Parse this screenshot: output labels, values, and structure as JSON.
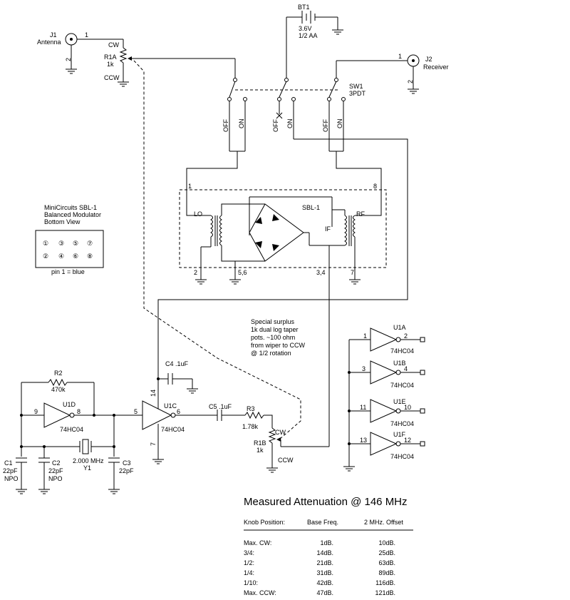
{
  "labels": {
    "j1": [
      "J1",
      "Antenna"
    ],
    "j2": [
      "J2",
      "Receiver"
    ],
    "bt1": [
      "BT1",
      "3.6V",
      "1/2 AA"
    ],
    "sw1": [
      "SW1",
      "3PDT"
    ],
    "r1a": [
      "R1A",
      "1k"
    ],
    "r1b": [
      "R1B",
      "1k"
    ],
    "cw": "CW",
    "ccw": "CCW",
    "off": "OFF",
    "on": "ON",
    "sbl": "SBL-1",
    "lo": "LO",
    "rf": "RF",
    "if": "IF",
    "pins": {
      "p1": "1",
      "p2": "2",
      "p3": "3",
      "p4": "4",
      "p5": "5",
      "p6": "6",
      "p7": "7",
      "p8": "8",
      "p9": "9",
      "p10": "10",
      "p11": "11",
      "p12": "12",
      "p13": "13",
      "p14": "14",
      "p56": "5,6",
      "p34": "3,4"
    },
    "r2": [
      "R2",
      "470k"
    ],
    "r3": [
      "R3",
      "1.78k"
    ],
    "c1": [
      "C1",
      "22pF",
      "NPO"
    ],
    "c2": [
      "C2",
      "22pF",
      "NPO"
    ],
    "c3": [
      "C3",
      "22pF"
    ],
    "c4": "C4  .1uF",
    "c5": "C5  .1uF",
    "y1": [
      "2.000 MHz",
      "Y1"
    ],
    "u1a": "U1A",
    "u1b": "U1B",
    "u1c": "U1C",
    "u1d": "U1D",
    "u1e": "U1E",
    "u1f": "U1F",
    "chip": "74HC04"
  },
  "pinout": {
    "title": [
      "MiniCircuits SBL-1",
      "Balanced Modulator",
      "Bottom View"
    ],
    "top_row": [
      "①",
      "③",
      "⑤",
      "⑦"
    ],
    "bottom_row": [
      "②",
      "④",
      "⑥",
      "⑧"
    ],
    "caption": "pin 1 = blue"
  },
  "note": [
    "Special surplus",
    "1k dual log taper",
    "pots.  ~100 ohm",
    "from wiper to CCW",
    "@ 1/2 rotation"
  ],
  "table": {
    "title": "Measured Attenuation @ 146 MHz",
    "headers": [
      "Knob Position:",
      "Base Freq.",
      "2 MHz. Offset"
    ],
    "rows": [
      [
        "Max. CW:",
        "1dB.",
        "10dB."
      ],
      [
        "3/4:",
        "14dB.",
        "25dB."
      ],
      [
        "1/2:",
        "21dB.",
        "63dB."
      ],
      [
        "1/4:",
        "31dB.",
        "89dB."
      ],
      [
        "1/10:",
        "42dB.",
        "116dB."
      ],
      [
        "Max. CCW:",
        "47dB.",
        "121dB."
      ]
    ]
  }
}
